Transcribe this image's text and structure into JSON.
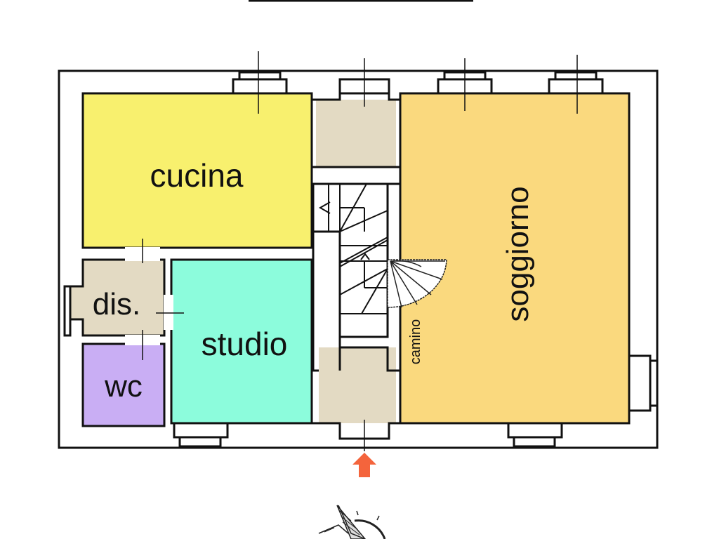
{
  "plan": {
    "title_bar": "",
    "rooms": [
      {
        "id": "cucina",
        "label": "cucina",
        "color": "#F8F06E"
      },
      {
        "id": "soggiorno",
        "label": "soggiorno",
        "color": "#FAD97E"
      },
      {
        "id": "studio",
        "label": "studio",
        "color": "#8CFCDC"
      },
      {
        "id": "dis",
        "label": "dis.",
        "color": "#E3DAC3"
      },
      {
        "id": "wc",
        "label": "wc",
        "color": "#C9AEF4"
      },
      {
        "id": "ingresso-nord",
        "label": "",
        "color": "#E3DAC3"
      },
      {
        "id": "ingresso-sud",
        "label": "",
        "color": "#E3DAC3"
      }
    ],
    "annotations": {
      "camino": "camino"
    },
    "entrance_arrow_color": "#F4643C",
    "wall_color": "#111111"
  }
}
